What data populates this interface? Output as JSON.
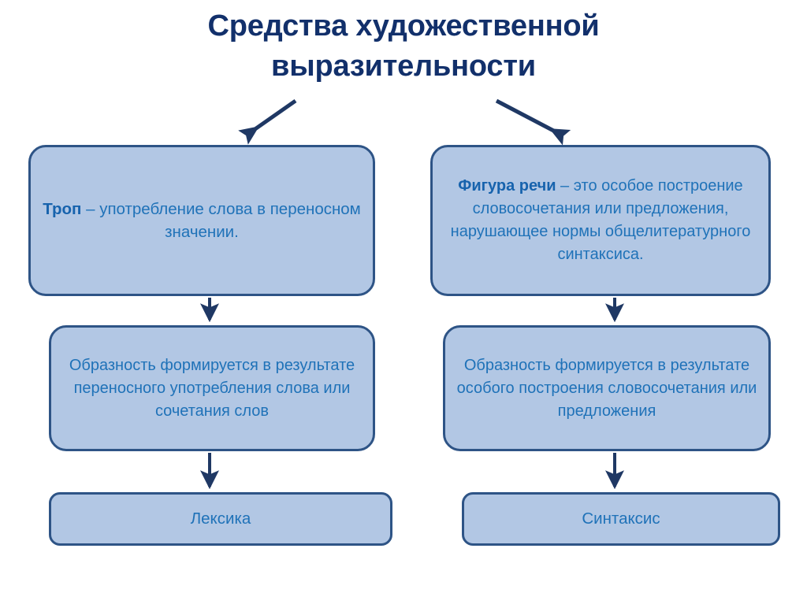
{
  "diagram": {
    "title": {
      "line1": "Средства художественной",
      "line2": "выразительности",
      "color": "#12306b"
    },
    "palette": {
      "box_fill": "#b2c7e4",
      "box_border": "#2e5486",
      "box_text": "#1f72b8",
      "arrow": "#1f3864",
      "background": "#ffffff"
    },
    "nodes": {
      "trop": {
        "term": "Троп",
        "dash": " – ",
        "definition": "употребление слова в переносном значении."
      },
      "figura": {
        "term": "Фигура речи",
        "dash": " – ",
        "definition": "это особое построение словосочетания или предложения, нарушающее нормы общелитературного синтаксиса."
      },
      "lexis_description": "Образность формируется в результате переносного употребления слова или сочетания слов",
      "syntax_description": "Образность формируется в результате особого построения словосочетания или предложения",
      "leksika": "Лексика",
      "sintaksis": "Синтаксис"
    },
    "connectors": [
      {
        "name": "title-to-trop",
        "kind": "diagonal-arrow",
        "direction": "down-left"
      },
      {
        "name": "title-to-figura",
        "kind": "diagonal-arrow",
        "direction": "down-right"
      },
      {
        "name": "trop-to-lexis-description",
        "kind": "vertical-arrow",
        "direction": "down"
      },
      {
        "name": "figura-to-syntax-description",
        "kind": "vertical-arrow",
        "direction": "down"
      },
      {
        "name": "lexis-description-to-leksika",
        "kind": "vertical-arrow",
        "direction": "down"
      },
      {
        "name": "syntax-description-to-sintaksis",
        "kind": "vertical-arrow",
        "direction": "down"
      }
    ]
  }
}
